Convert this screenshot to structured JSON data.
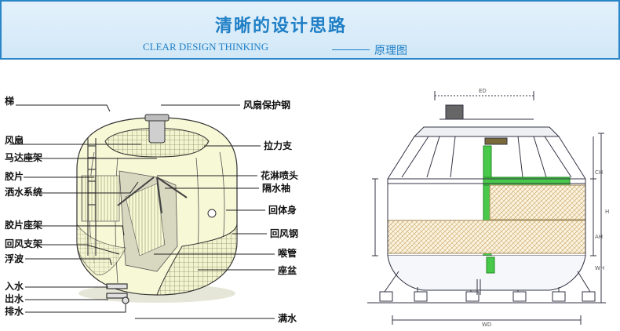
{
  "header": {
    "title": "清晰的设计思路",
    "subtitle": "CLEAR DESIGN THINKING",
    "diagram_tab": "原理图"
  },
  "left_labels": [
    "梯",
    "风扇",
    "马达座架",
    "胶片",
    "洒水系统",
    "胶片座架",
    "回风支架",
    "浮波",
    "入水",
    "出水",
    "排水"
  ],
  "right_labels": [
    "风扇保护钢",
    "拉力支",
    "花淋喷头",
    "隔水袖",
    "回体身",
    "回风钢",
    "喉管",
    "座盆",
    "满水"
  ],
  "dimension_labels": {
    "top_width": "ED",
    "bottom_width": "WD",
    "h_total": "H",
    "h_upper": "CH",
    "h_mid": "AH",
    "h_low": "WH"
  },
  "colors": {
    "accent": "#1f7fc6",
    "tower_fill": "#f7f8d4",
    "grid": "#6c6c4a",
    "outline": "#333333"
  }
}
